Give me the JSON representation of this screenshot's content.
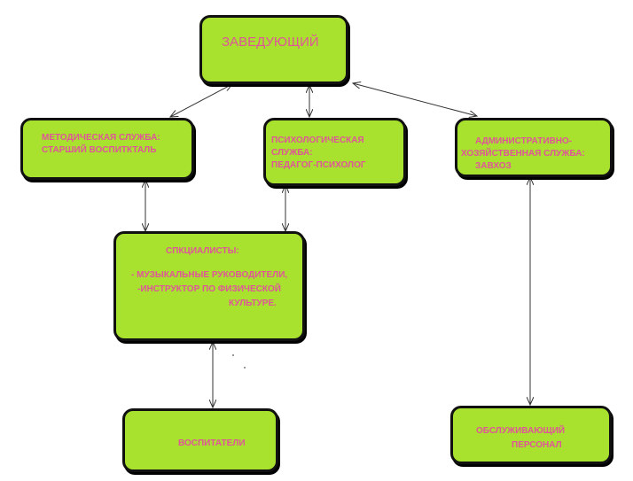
{
  "diagram": {
    "head": {
      "label": "ЗАВЕДУЮЩИЙ"
    },
    "methodical": {
      "line1": "МЕТОДИЧЕСКАЯ СЛУЖБА:",
      "line2": "СТАРШИЙ ВОСПИТКТАЛЬ"
    },
    "psych": {
      "line1": "ПСИХОЛОГИЧЕСКАЯ",
      "line2": "СЛУЖБА:",
      "line3": "ПЕДАГОГ-ПСИХОЛОГ"
    },
    "admin": {
      "line1": "АДМИНИСТРАТИВНО-",
      "line2": "ХОЗЯЙСТВЕННАЯ СЛУЖБА:",
      "line3": "ЗАВХОЗ"
    },
    "specialists": {
      "title": "СПКЦИАЛИСТЫ:",
      "line1": "- МУЗЫКАЛЬНЫЕ РУКОВОДИТЕЛИ,",
      "line2": "-ИНСТРУКТОР ПО ФИЗИЧЕСКОЙ",
      "line3": "КУЛЬТУРЕ."
    },
    "educators": {
      "label": "ВОСПИТАТЕЛИ"
    },
    "service": {
      "line1": "ОБСЛУЖИВАЮЩИЙ",
      "line2": "ПЕРСОНАЛ"
    }
  },
  "colors": {
    "box_fill": "#a8e22e",
    "box_border": "#111111",
    "text": "#e0559a",
    "arrow": "#333333"
  }
}
